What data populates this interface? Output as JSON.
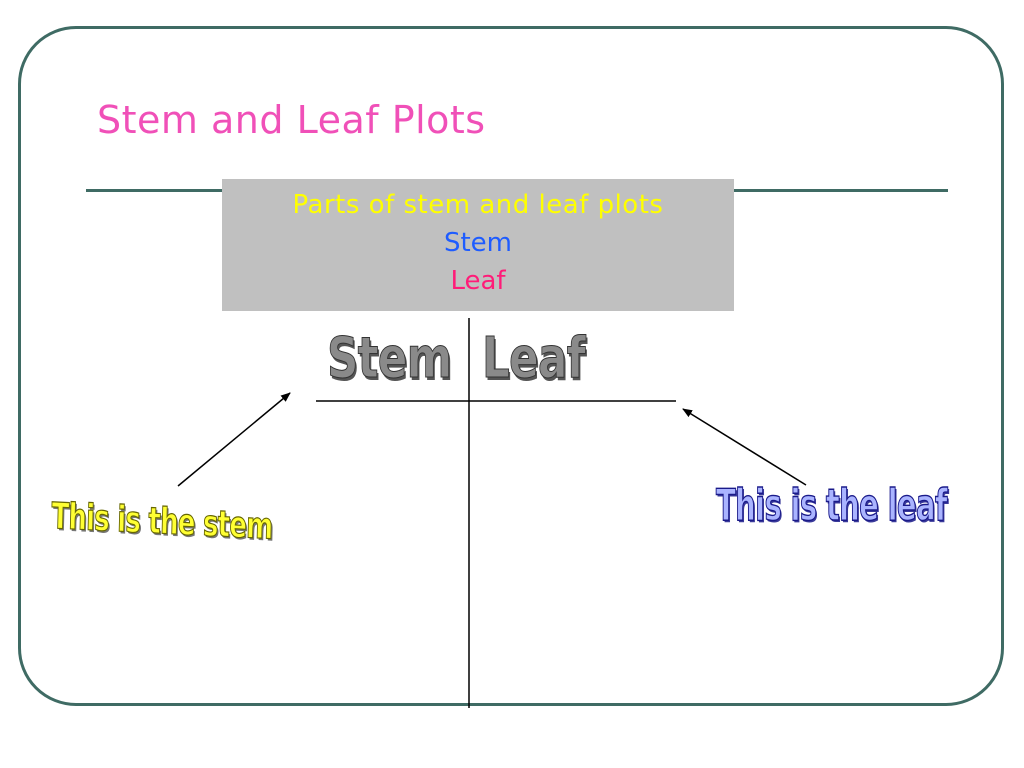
{
  "slide": {
    "title": "Stem and Leaf Plots"
  },
  "callout": {
    "heading": "Parts of stem and leaf plots",
    "stem_term": "Stem",
    "leaf_term": "Leaf"
  },
  "plot": {
    "stem_header": "Stem",
    "leaf_header": "Leaf"
  },
  "annotations": {
    "stem_note": "This is the stem",
    "leaf_note": "This is the leaf"
  },
  "colors": {
    "title": "#f050b8",
    "frame": "#3f6b64",
    "callout_background": "#c0c0c0",
    "callout_heading": "#ffff00",
    "stem_term": "#1e5cff",
    "leaf_term": "#ff1c78",
    "stem_note": "#ffff33",
    "leaf_note": "#aab4ff"
  }
}
